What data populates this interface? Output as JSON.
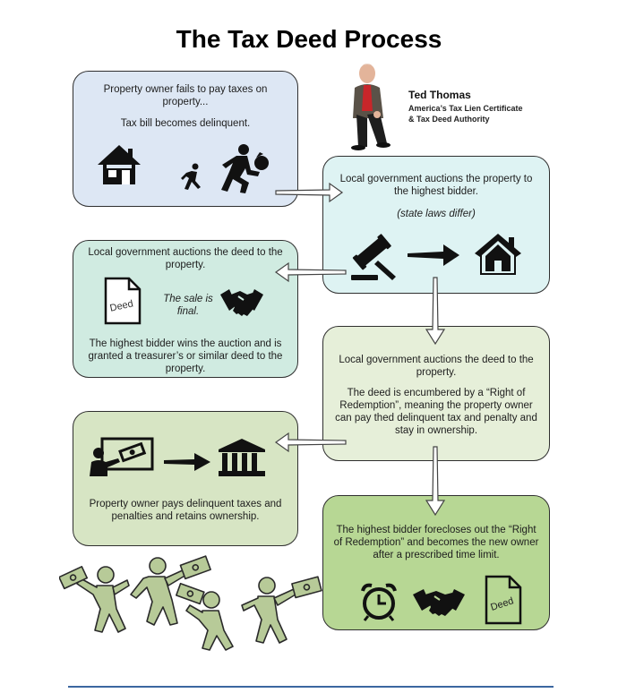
{
  "title": "The Tax Deed Process",
  "author": {
    "name": "Ted Thomas",
    "role_line1": "America’s Tax Lien Certificate",
    "role_line2": "& Tax Deed Authority"
  },
  "steps": [
    {
      "text1": "Property owner fails to pay taxes on property...",
      "text2": "Tax bill becomes delinquent.",
      "icons": [
        "house-icon",
        "running-figure-icon",
        "running-thief-icon"
      ]
    },
    {
      "text1": "Local government auctions the property to the highest bidder.",
      "note": "(state laws differ)",
      "icons": [
        "gavel-icon",
        "arrow-right-icon",
        "house-icon"
      ]
    },
    {
      "text1": "Local government auctions the deed to the property.",
      "deed_label": "Deed",
      "note": "The sale is final.",
      "text2": "The highest bidder wins the auction and is granted a treasurer’s or similar deed to the property.",
      "icons": [
        "deed-document-icon",
        "handshake-icon"
      ]
    },
    {
      "text1": "Local government auctions the deed to the property.",
      "text2": "The deed is encumbered by a “Right of Redemption”, meaning the property owner can pay thed delinquent tax and penalty and stay in ownership."
    },
    {
      "text1": "Property owner pays delinquent taxes and penalties and retains ownership.",
      "icons": [
        "payment-screen-icon",
        "arrow-right-icon",
        "government-building-icon"
      ]
    },
    {
      "text1": "The highest bidder forecloses out the “Right of Redemption” and becomes the new owner after a prescribed time limit.",
      "deed_label": "Deed",
      "icons": [
        "alarm-clock-icon",
        "handshake-icon",
        "deed-document-icon"
      ]
    }
  ],
  "colors": {
    "step1": "#dde7f4",
    "step2": "#def3f3",
    "step3": "#d0ebe1",
    "step4": "#e6efd9",
    "step5": "#d7e5c4",
    "step6": "#b7d794",
    "celebration_figures": "#b7ca98",
    "rule": "#3c67a0"
  }
}
